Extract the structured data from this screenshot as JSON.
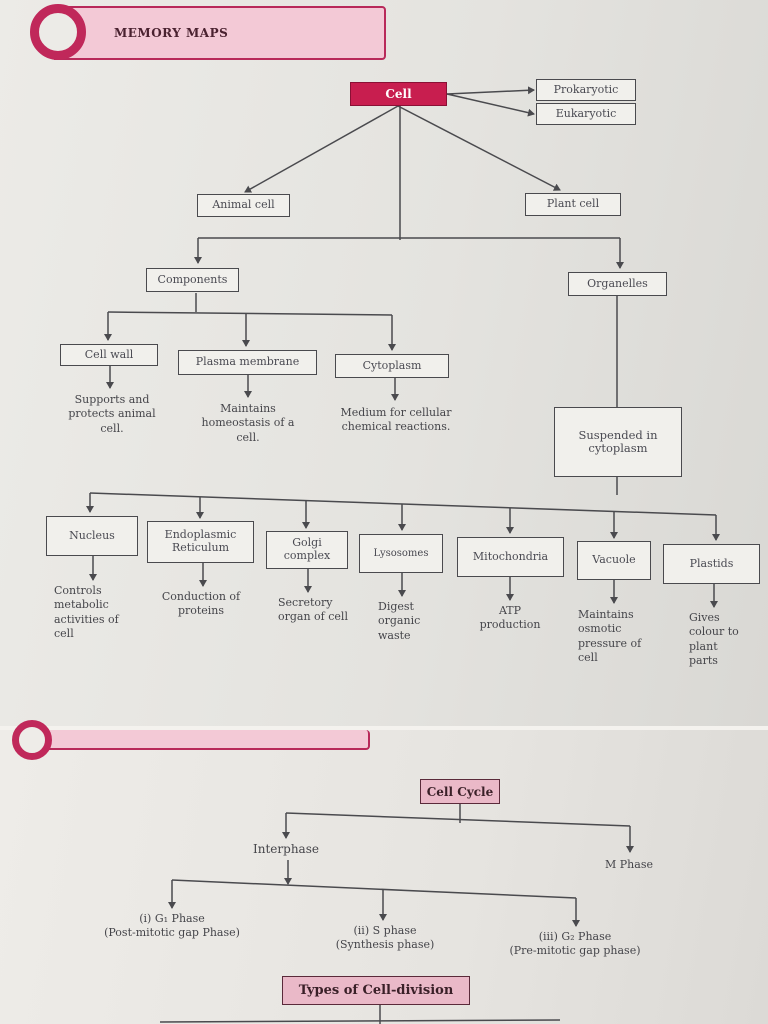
{
  "header": {
    "title": "MEMORY MAPS"
  },
  "colors": {
    "accent": "#c81e4f",
    "header_bg": "#f3c9d6"
  },
  "map1": {
    "root": "Cell",
    "types": [
      "Prokaryotic",
      "Eukaryotic"
    ],
    "animal": "Animal cell",
    "plant": "Plant cell",
    "components": "Components",
    "organelles": "Organelles",
    "suspended": "Suspended in cytoplasm",
    "component_items": [
      {
        "label": "Cell wall",
        "desc": "Supports and protects animal cell."
      },
      {
        "label": "Plasma membrane",
        "desc": "Maintains homeostasis of a cell."
      },
      {
        "label": "Cytoplasm",
        "desc": "Medium for cellular chemical reactions."
      }
    ],
    "organelle_items": [
      {
        "label": "Nucleus",
        "desc": "Controls metabolic activities of cell"
      },
      {
        "label": "Endoplasmic Reticulum",
        "desc": "Conduction of proteins"
      },
      {
        "label": "Golgi complex",
        "desc": "Secretory organ of cell"
      },
      {
        "label": "Lysosomes",
        "desc": "Digest organic waste"
      },
      {
        "label": "Mitochondria",
        "desc": "ATP production"
      },
      {
        "label": "Vacuole",
        "desc": "Maintains osmotic pressure of cell"
      },
      {
        "label": "Plastids",
        "desc": "Gives colour to plant parts"
      }
    ]
  },
  "map2": {
    "root": "Cell Cycle",
    "interphase": "Interphase",
    "mphase": "M Phase",
    "phases": [
      {
        "label": "(i) G₁ Phase",
        "sub": "(Post-mitotic gap Phase)"
      },
      {
        "label": "(ii) S phase",
        "sub": "(Synthesis phase)"
      },
      {
        "label": "(iii) G₂ Phase",
        "sub": "(Pre-mitotic gap phase)"
      }
    ],
    "division": "Types of Cell-division"
  }
}
